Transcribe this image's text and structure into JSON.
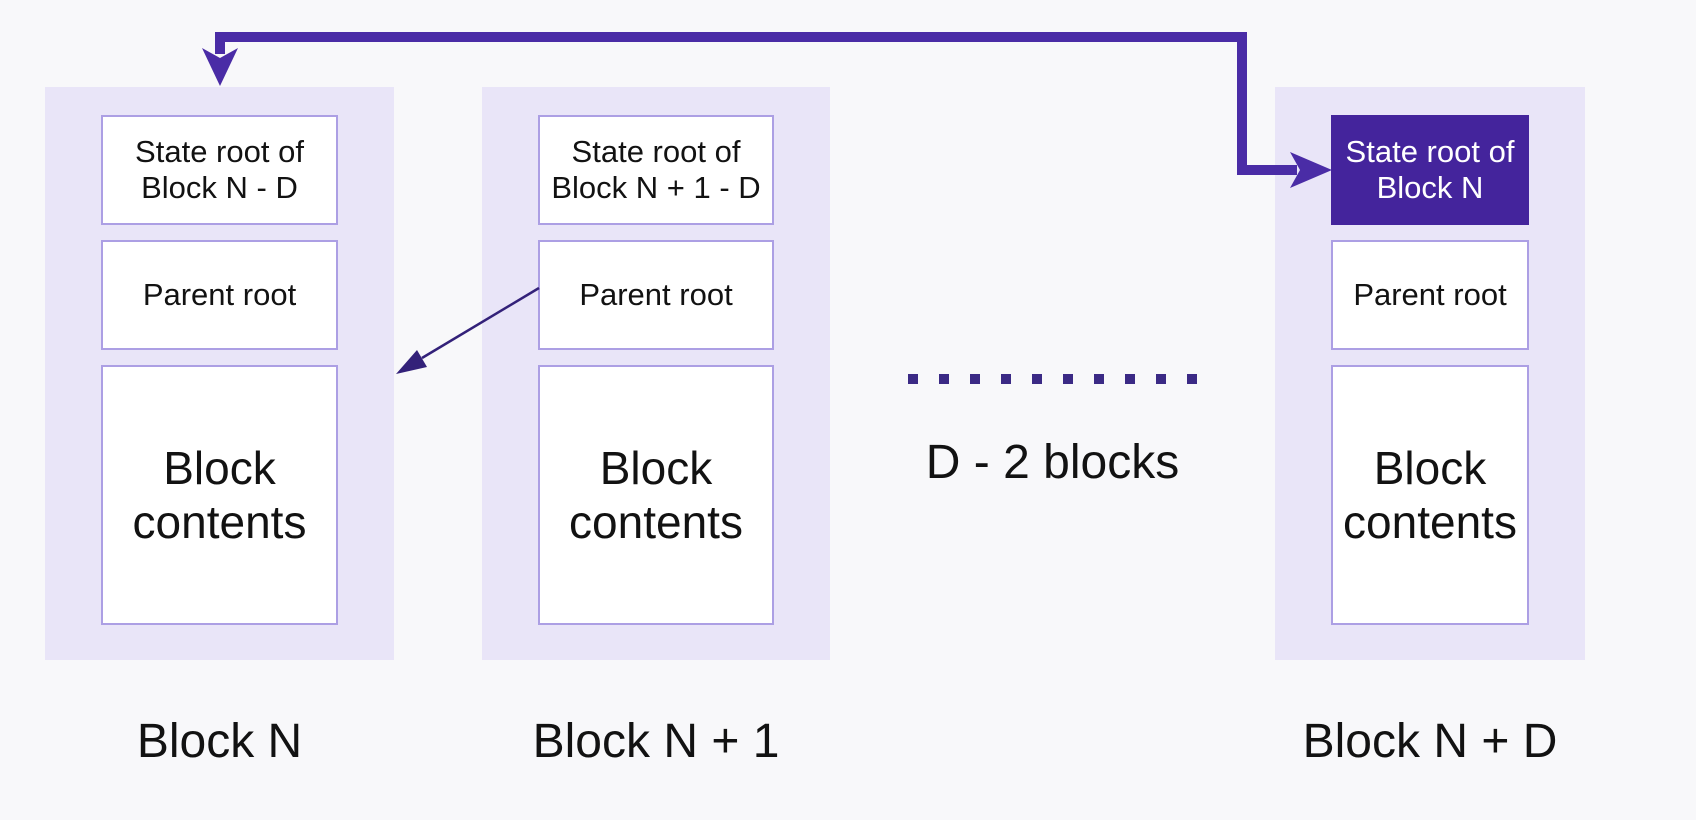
{
  "blocks": [
    {
      "state_root": "State root of\nBlock N - D",
      "parent_root": "Parent root",
      "contents": "Block\ncontents",
      "label": "Block N",
      "state_root_highlighted": false
    },
    {
      "state_root": "State root of\nBlock N + 1 - D",
      "parent_root": "Parent root",
      "contents": "Block\ncontents",
      "label": "Block N + 1",
      "state_root_highlighted": false
    },
    {
      "state_root": "State root of\nBlock N",
      "parent_root": "Parent root",
      "contents": "Block\ncontents",
      "label": "Block N + D",
      "state_root_highlighted": true
    }
  ],
  "middle": {
    "label": "D - 2 blocks"
  },
  "colors": {
    "background": "#f8f8fa",
    "container_fill": "#e9e5f8",
    "box_border": "#ac9fe4",
    "box_fill": "#ffffff",
    "highlight_box_fill": "#44249c",
    "highlight_box_text": "#ffffff",
    "thick_arrow": "#4a2ca6",
    "thin_arrow": "#332179",
    "dotted_line": "#3b2a85",
    "text": "#121212"
  }
}
